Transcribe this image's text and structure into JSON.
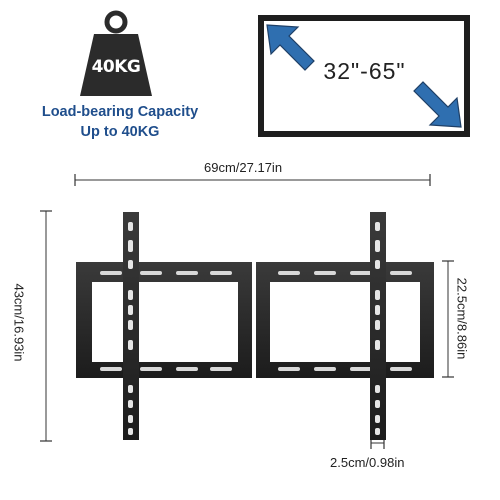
{
  "weight": {
    "label": "40KG",
    "icon": "weight-icon"
  },
  "capacity": {
    "line1": "Load-bearing Capacity",
    "line2": "Up to 40KG"
  },
  "tv": {
    "size_label": "32\"-65\"",
    "icon": "tv-screen-icon"
  },
  "dimensions": {
    "width": "69cm/27.17in",
    "height": "43cm/16.93in",
    "frame_height": "22.5cm/8.86in",
    "arm_width": "2.5cm/0.98in"
  },
  "colors": {
    "accent": "#1f4e8c",
    "arrow": "#2f6fb0",
    "bracket": "#2a2a2a"
  }
}
